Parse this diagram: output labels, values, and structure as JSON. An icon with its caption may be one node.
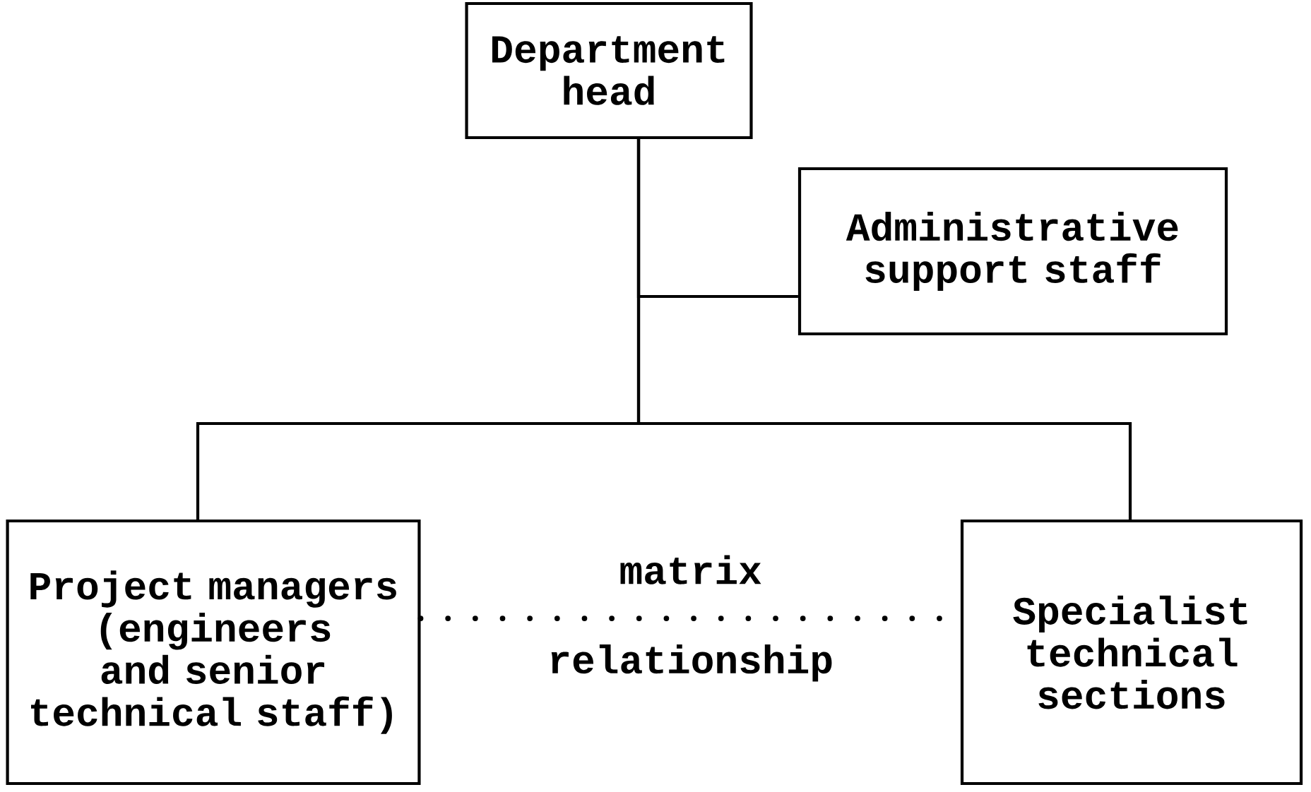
{
  "diagram": {
    "nodes": [
      {
        "text": [
          "Department head"
        ]
      },
      {
        "text": [
          "Administrative support staff"
        ]
      },
      {
        "text": [
          "Project managers (engineers and senior technical staff)"
        ]
      },
      {
        "text": [
          "Specialist technical sections"
        ]
      }
    ],
    "edges": [
      {
        "from": 0,
        "to": 1,
        "arrow": "none"
      },
      {
        "from": 0,
        "to": 2,
        "arrow": "none"
      },
      {
        "from": 0,
        "to": 3,
        "arrow": "none"
      },
      {
        "from": 2,
        "to": 3,
        "arrow": "none",
        "style": "dashed",
        "label": "matrix relationship"
      }
    ]
  }
}
